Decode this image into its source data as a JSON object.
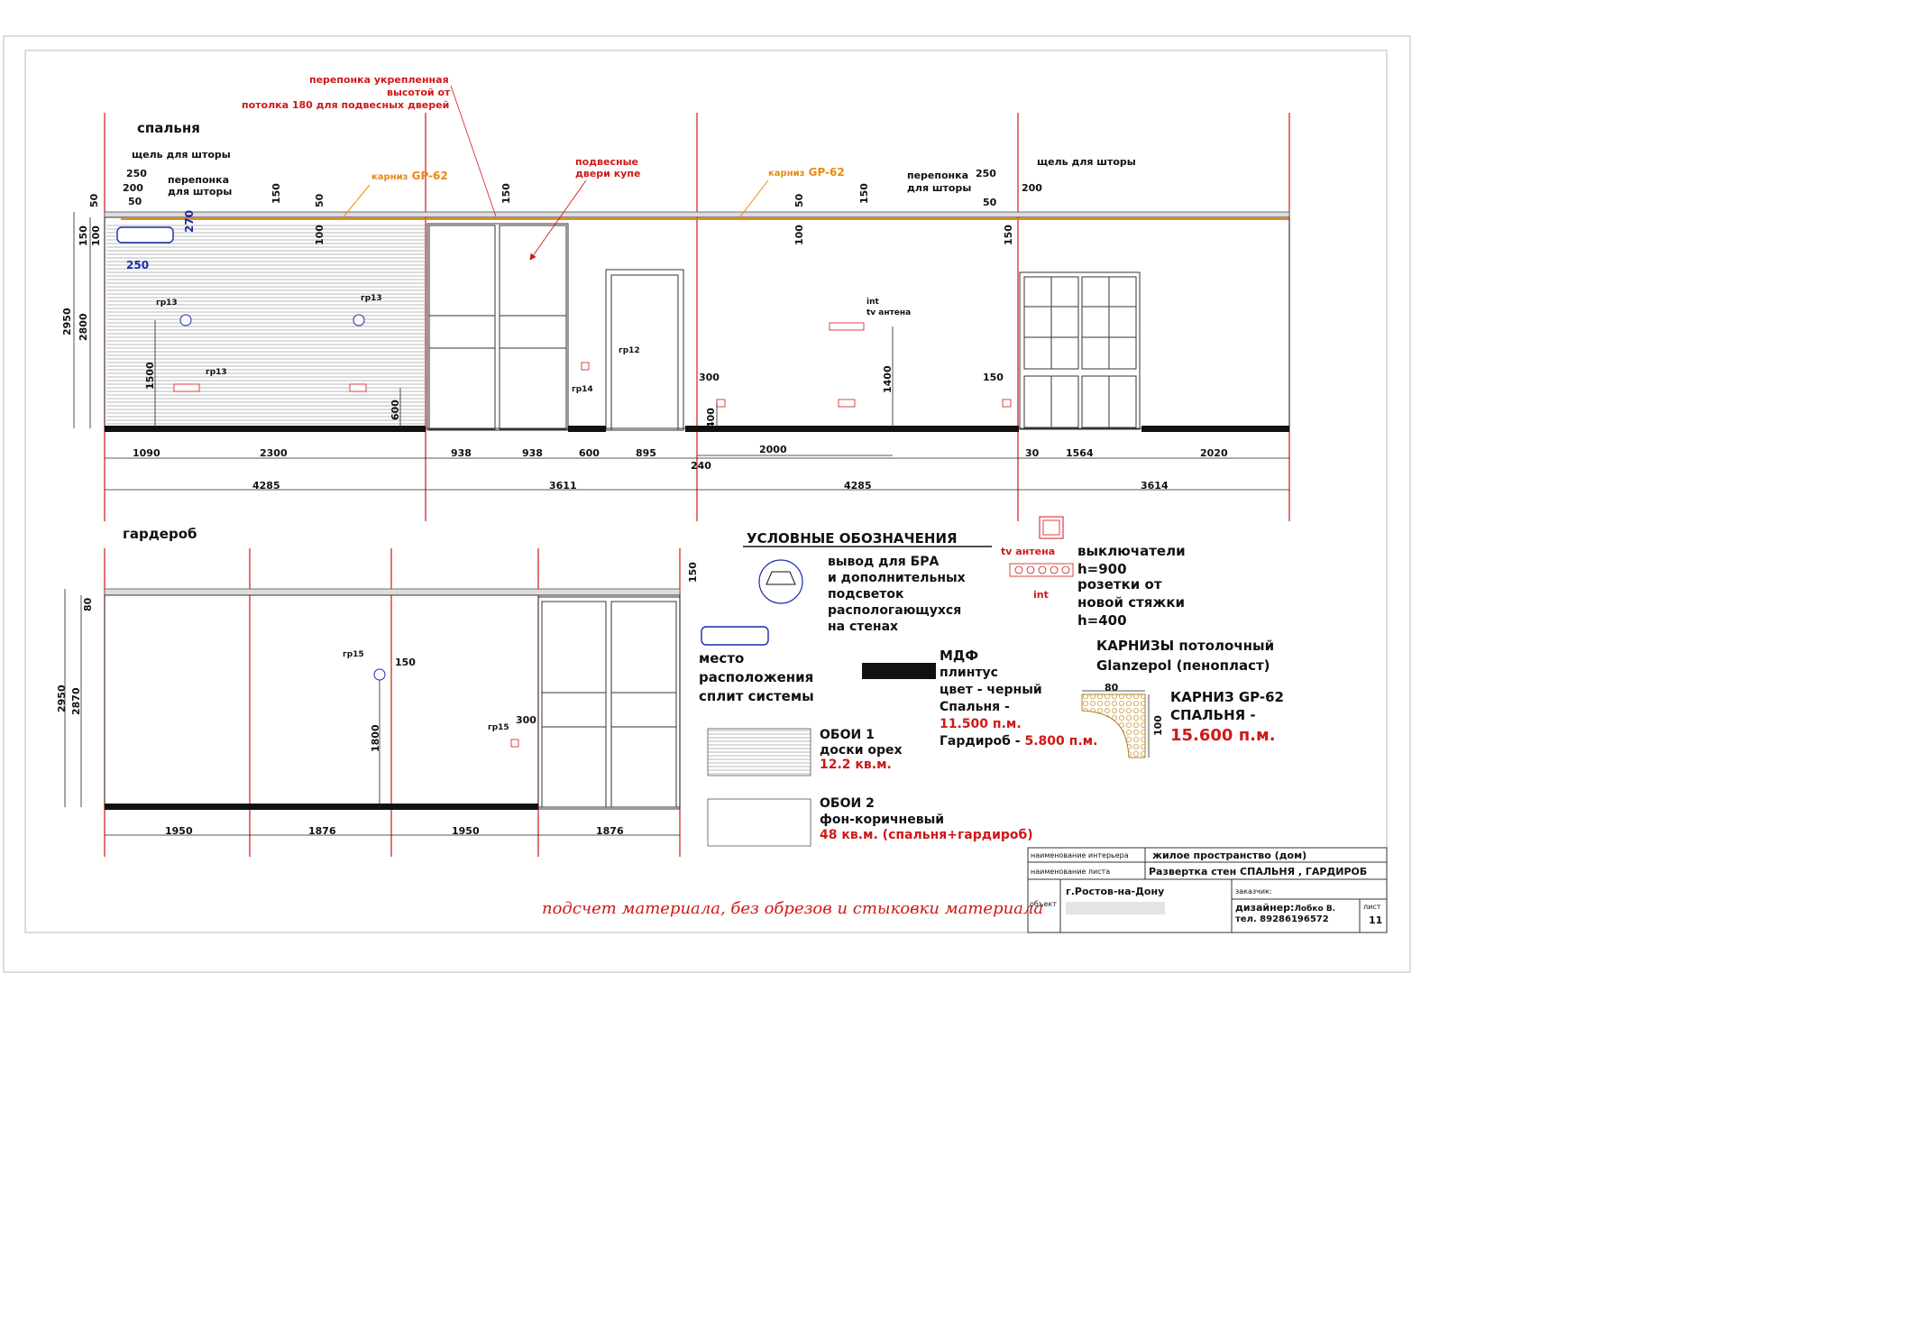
{
  "rooms": {
    "bedroom": "спальня",
    "wardrobe": "гардероб"
  },
  "annotations": {
    "partition_note": [
      "перепонка укрепленная",
      "высотой от",
      "потолка 180 для подвесных дверей"
    ],
    "sliding_doors": [
      "подвесные",
      "двери купе"
    ],
    "cornice_label": "карниз",
    "cornice_code": "GP-62",
    "curtain_slot": "щель для шторы",
    "curtain_partition": [
      "перепонка",
      "для шторы"
    ],
    "int": "int",
    "tv": "tv антена",
    "groups": [
      "гр13",
      "гр12",
      "гр14",
      "гр15"
    ]
  },
  "dims_top": {
    "segments": [
      "1090",
      "2300",
      "938",
      "938",
      "600",
      "895",
      "240",
      "2000",
      "30",
      "1564",
      "2020"
    ],
    "totals": [
      "4285",
      "3611",
      "4285",
      "3614"
    ],
    "vertical": [
      "2950",
      "2800",
      "150",
      "100",
      "50",
      "1500",
      "600",
      "400",
      "1400",
      "300",
      "150",
      "250",
      "200",
      "270"
    ]
  },
  "dims_bottom": {
    "segments": [
      "1950",
      "1876",
      "1950",
      "1876"
    ],
    "vertical": [
      "2950",
      "2870",
      "80",
      "150",
      "1800",
      "300"
    ]
  },
  "legend": {
    "title": "УСЛОВНЫЕ ОБОЗНАЧЕНИЯ",
    "bra": [
      "вывод для БРА",
      "и дополнительных",
      "подсветок",
      "распологающухся",
      "на стенах"
    ],
    "split": [
      "место",
      "расположения",
      "сплит системы"
    ],
    "switches": [
      "выключатели",
      "h=900",
      "розетки от",
      "новой стяжки",
      "h=400"
    ],
    "mdf": [
      "МДФ",
      "плинтус",
      "цвет - черный",
      "Спальня -"
    ],
    "mdf_bedroom_val": "11.500 п.м.",
    "mdf_wardrobe": "Гардироб -",
    "mdf_wardrobe_val": "5.800 п.м.",
    "cornices": [
      "КАРНИЗЫ потолочный",
      "Glanzepol (пенопласт)"
    ],
    "cornice_dims": [
      "80",
      "100"
    ],
    "cornice_gp": [
      "КАРНИЗ GP-62",
      "СПАЛЬНЯ -"
    ],
    "cornice_gp_val": "15.600 п.м.",
    "wallpaper1": [
      "ОБОИ 1",
      "доски орех"
    ],
    "wallpaper1_val": "12.2 кв.м.",
    "wallpaper2": [
      "ОБОИ 2",
      "фон-коричневый"
    ],
    "wallpaper2_val": "48 кв.м. (спальня+гардироб)"
  },
  "note": "подсчет материала, без обрезов и стыковки материала",
  "stamp": {
    "interior_label": "наименование интерьера",
    "interior_value": "жилое пространство (дом)",
    "sheet_label": "наименование листа",
    "sheet_value": "Развертка стен СПАЛЬНЯ , ГАРДИРОБ",
    "client_label": "заказчик:",
    "object_label": "объект",
    "city": "г.Ростов-на-Дону",
    "designer": "дизайнер:",
    "designer_name": "Лобко В.",
    "phone": "тел. 89286196572",
    "sheet_no_label": "лист",
    "sheet_no": "11"
  },
  "colors": {
    "red": "#d01818",
    "orange": "#e88a10",
    "blue": "#1a2aa8",
    "black": "#111111"
  }
}
